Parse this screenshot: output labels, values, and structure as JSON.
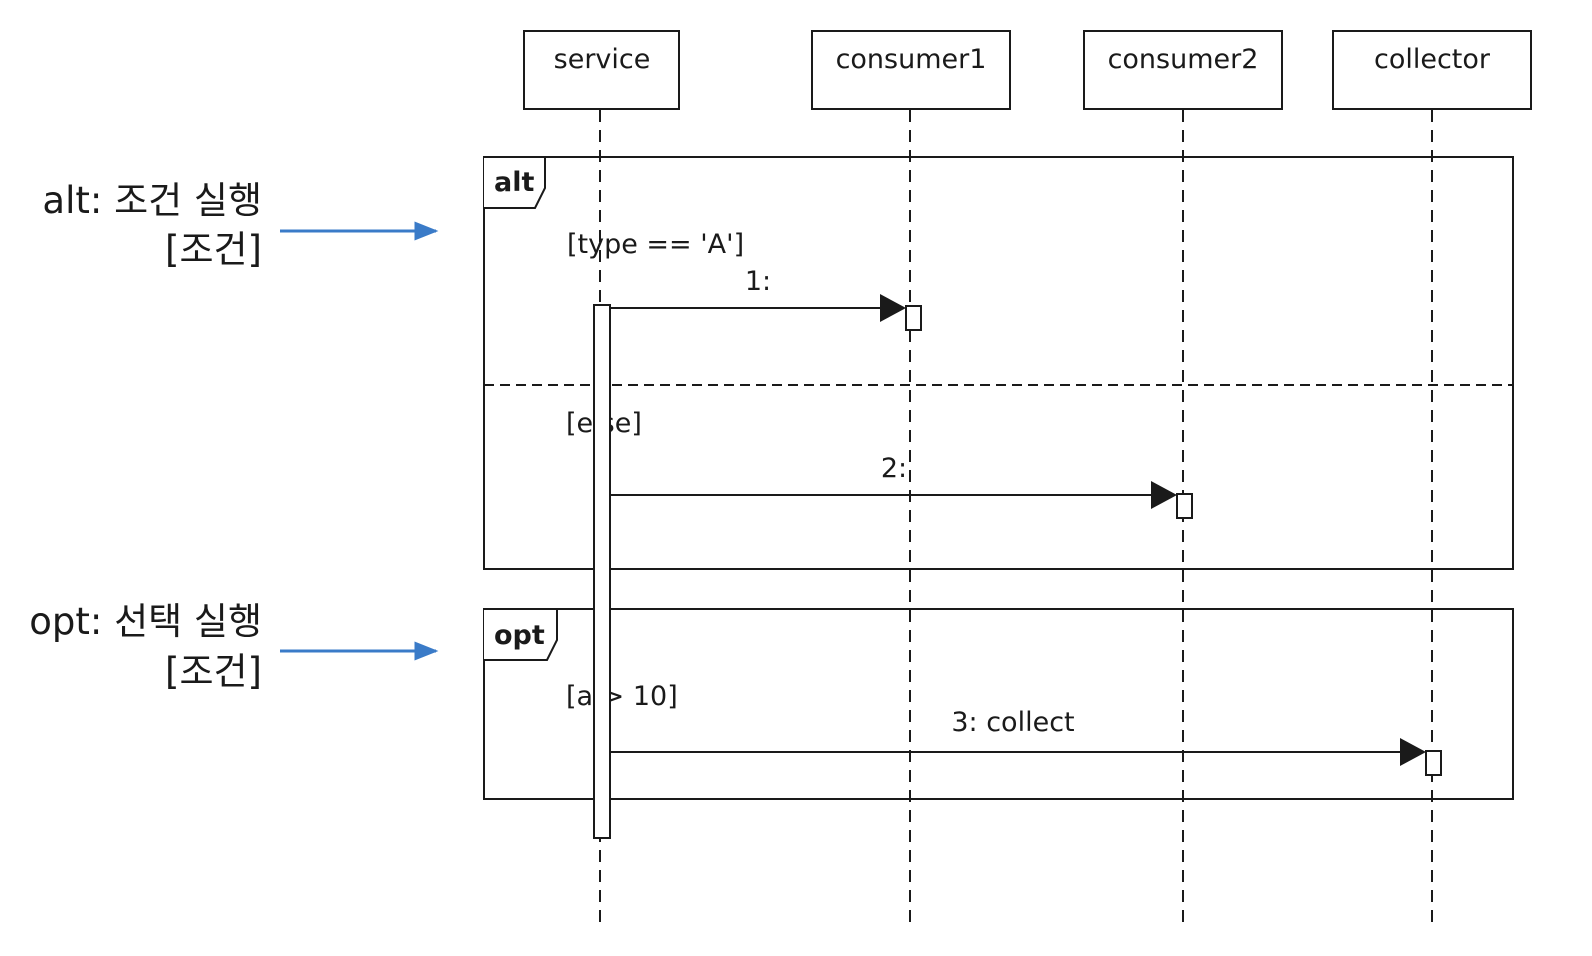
{
  "lifelines": [
    {
      "id": "service",
      "name": "service"
    },
    {
      "id": "consumer1",
      "name": "consumer1"
    },
    {
      "id": "consumer2",
      "name": "consumer2"
    },
    {
      "id": "collector",
      "name": "collector"
    }
  ],
  "fragments": [
    {
      "id": "alt",
      "operator": "alt",
      "annotation": {
        "line1": "alt: 조건 실행",
        "line2": "[조건]"
      },
      "operands": [
        {
          "guard": "[type == 'A']",
          "message": {
            "from": "service",
            "to": "consumer1",
            "label": "1:"
          }
        },
        {
          "guard": "[else]",
          "message": {
            "from": "service",
            "to": "consumer2",
            "label": "2:"
          }
        }
      ]
    },
    {
      "id": "opt",
      "operator": "opt",
      "annotation": {
        "line1": "opt:  선택 실행",
        "line2": "[조건]"
      },
      "operands": [
        {
          "guard": "[a > 10]",
          "message": {
            "from": "service",
            "to": "collector",
            "label": "3: collect"
          }
        }
      ]
    }
  ],
  "colors": {
    "line": "#1a1a1a",
    "annotation_arrow": "#3a7bc8",
    "background": "#ffffff"
  }
}
